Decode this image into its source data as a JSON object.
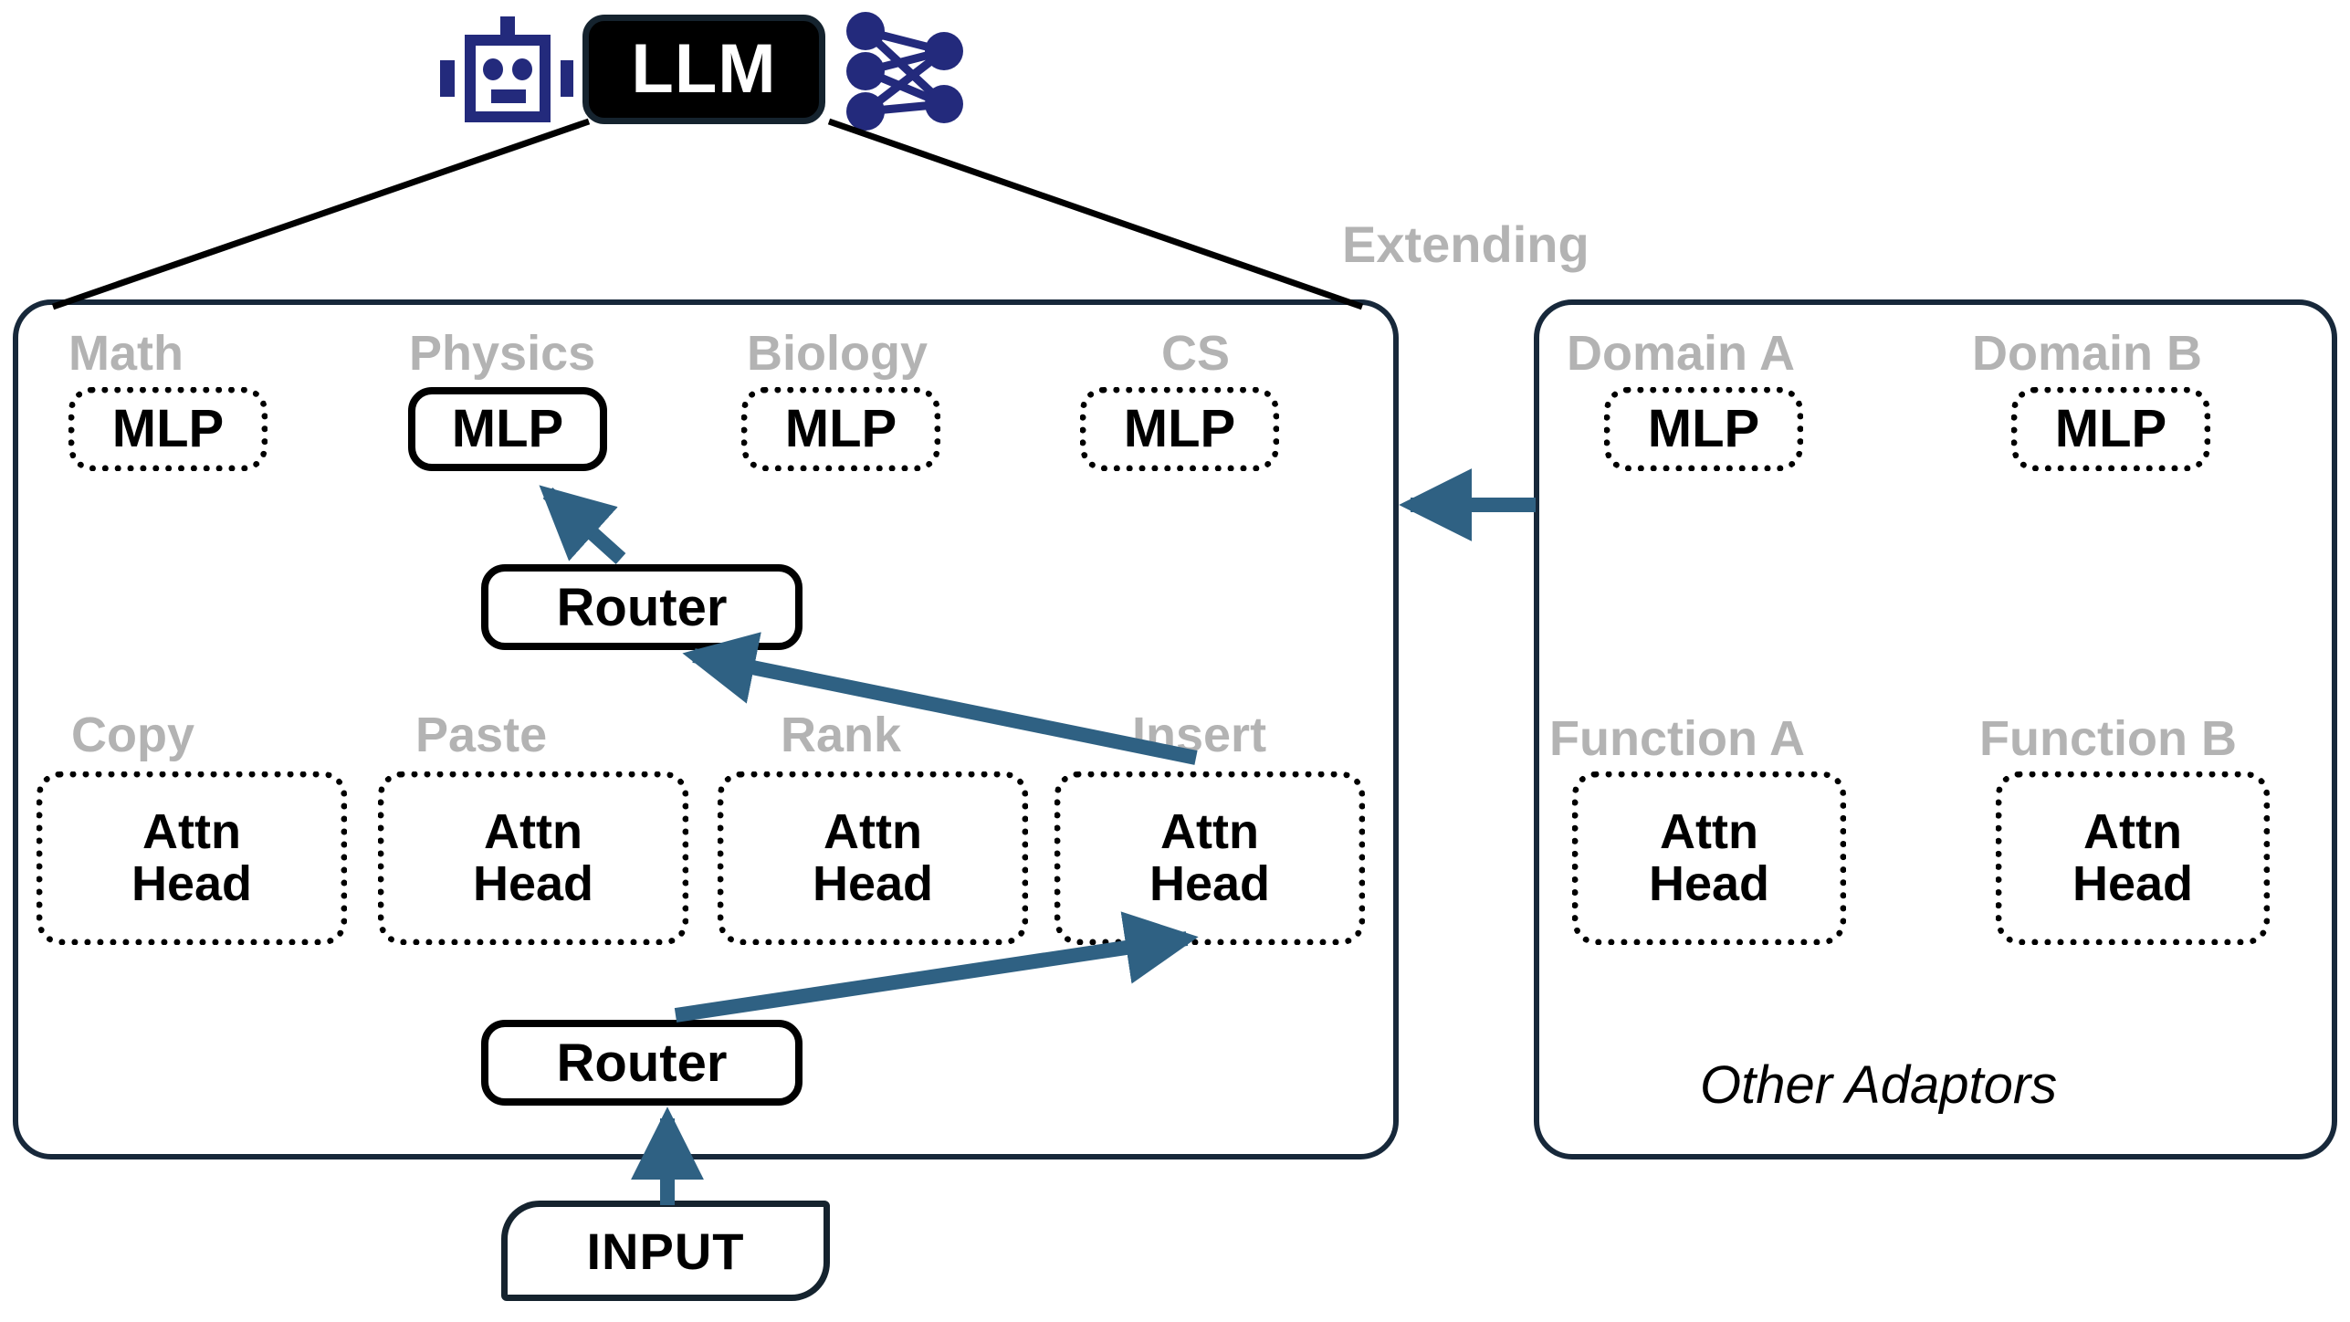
{
  "header": {
    "llm_label": "LLM",
    "robot_icon": "robot-icon",
    "network_icon": "neural-network-icon"
  },
  "colors": {
    "panel_border": "#17283a",
    "arrow": "#2f6183",
    "group_label": "#b3b3b3",
    "adaptor_border": "#000000",
    "llm_fill": "#000000",
    "icon_navy": "#232a7c"
  },
  "extending_label": "Extending",
  "left_panel": {
    "mlp_row": {
      "label": "MLP",
      "items": [
        {
          "group": "Math",
          "label": "MLP",
          "active": false
        },
        {
          "group": "Physics",
          "label": "MLP",
          "active": true
        },
        {
          "group": "Biology",
          "label": "MLP",
          "active": false
        },
        {
          "group": "CS",
          "label": "MLP",
          "active": false
        }
      ]
    },
    "attn_row": {
      "line1": "Attn",
      "line2": "Head",
      "items": [
        {
          "group": "Copy",
          "line1": "Attn",
          "line2": "Head",
          "active": false
        },
        {
          "group": "Paste",
          "line1": "Attn",
          "line2": "Head",
          "active": false
        },
        {
          "group": "Rank",
          "line1": "Attn",
          "line2": "Head",
          "active": false
        },
        {
          "group": "Insert",
          "line1": "Attn",
          "line2": "Head",
          "active": false
        }
      ]
    },
    "router_top": "Router",
    "router_bottom": "Router"
  },
  "right_panel": {
    "mlp_items": [
      {
        "group": "Domain A",
        "label": "MLP"
      },
      {
        "group": "Domain B",
        "label": "MLP"
      }
    ],
    "attn_items": [
      {
        "group": "Function A",
        "line1": "Attn",
        "line2": "Head"
      },
      {
        "group": "Function B",
        "line1": "Attn",
        "line2": "Head"
      }
    ],
    "footer_note": "Other Adaptors"
  },
  "input": {
    "label": "INPUT"
  }
}
